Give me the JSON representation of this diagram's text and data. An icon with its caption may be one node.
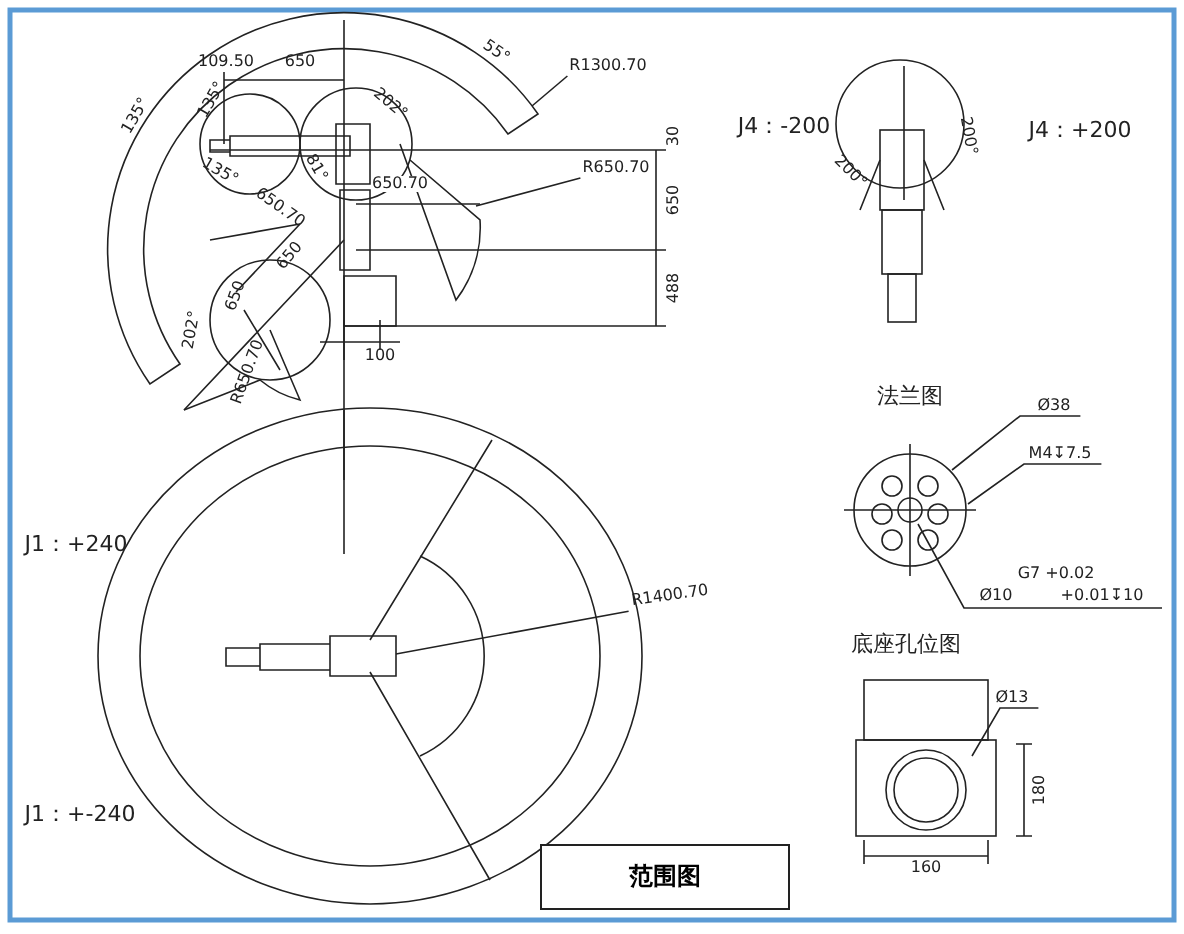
{
  "diagram": {
    "title": "范围图",
    "nodes": [
      {
        "text": [
          "R1300.70"
        ]
      },
      {
        "text": [
          "R650.70"
        ]
      },
      {
        "text": [
          "R1400.70"
        ]
      },
      {
        "text": [
          "Ø38"
        ]
      },
      {
        "text": [
          "M4↧7.5"
        ]
      },
      {
        "text": [
          "G7 +0.02",
          "Ø10",
          "+0.01↧10"
        ]
      },
      {
        "text": [
          "Ø13"
        ]
      },
      {
        "text": [],
        "shape": "picture"
      },
      {
        "text": [],
        "shape": "picture"
      }
    ],
    "edges": [
      {
        "from": 0,
        "to": null,
        "arrow": "none"
      },
      {
        "from": 1,
        "to": null,
        "arrow": "none"
      },
      {
        "from": 2,
        "to": null,
        "arrow": "none"
      },
      {
        "from": 3,
        "to": 7,
        "arrow": "none"
      },
      {
        "from": 4,
        "to": 7,
        "arrow": "none"
      },
      {
        "from": 5,
        "to": 7,
        "arrow": "none"
      },
      {
        "from": 6,
        "to": 8,
        "arrow": "none"
      }
    ],
    "labels": [
      "109.50",
      "650",
      "55°",
      "135°",
      "135°",
      "202°",
      "135°",
      "81°",
      "650.70",
      "650.70",
      "30",
      "650",
      "650",
      "650",
      "488",
      "202°",
      "R650.70",
      "100",
      "J4：-200",
      "200°",
      "J4：+200",
      "200°",
      "J1：+240",
      "J1：+-240",
      "法兰图",
      "底座孔位图",
      "180",
      "160"
    ]
  }
}
